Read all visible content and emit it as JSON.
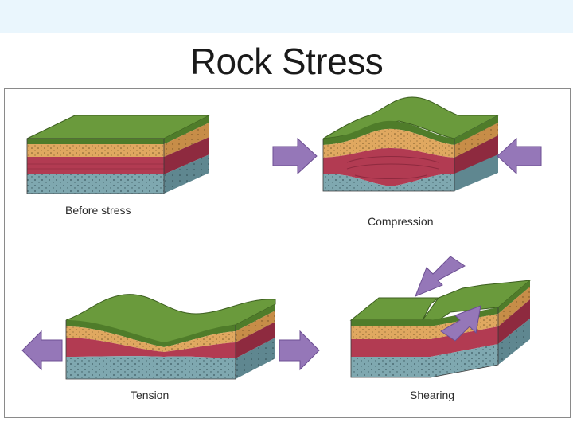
{
  "slide": {
    "title": "Rock Stress"
  },
  "panels": [
    {
      "id": "before",
      "caption": "Before stress"
    },
    {
      "id": "compression",
      "caption": "Compression"
    },
    {
      "id": "tension",
      "caption": "Tension"
    },
    {
      "id": "shearing",
      "caption": "Shearing"
    }
  ],
  "colors": {
    "background_band": "#eaf6fd",
    "grass_top": "#6a9a3c",
    "grass_side": "#4f7c2a",
    "sand": "#e0a860",
    "sand_side": "#c78d48",
    "red": "#b23b52",
    "red_side": "#8e2a3f",
    "blue": "#7fa8b0",
    "blue_side": "#5f8790",
    "arrow": "#9577b8",
    "arrow_edge": "#6d4f93"
  }
}
